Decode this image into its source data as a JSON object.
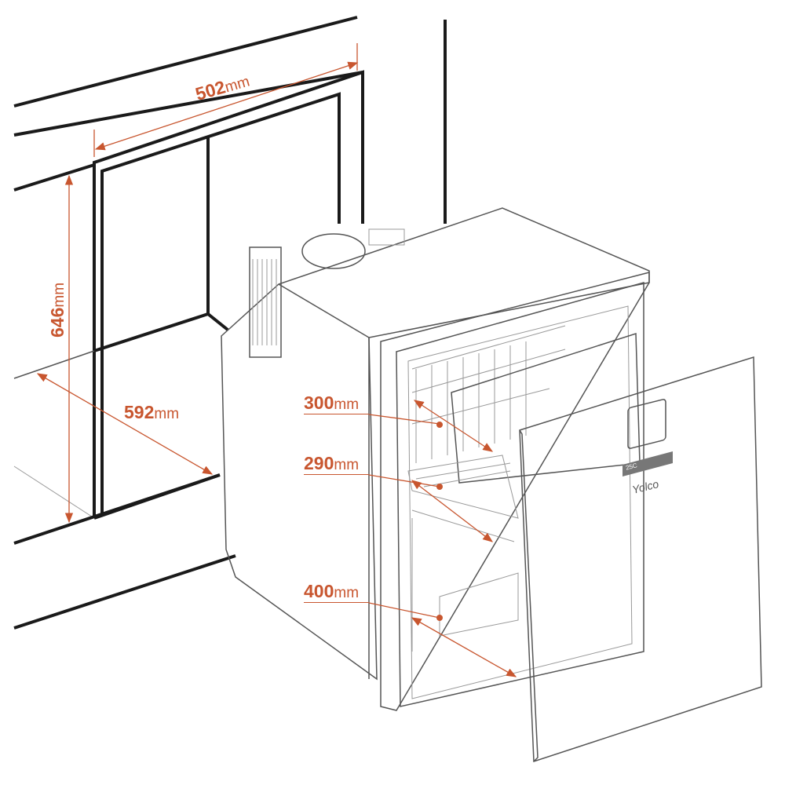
{
  "dimensions": {
    "width": {
      "value": "502",
      "unit": "mm"
    },
    "height": {
      "value": "646",
      "unit": "mm"
    },
    "depth": {
      "value": "592",
      "unit": "mm"
    },
    "shelf_upper": {
      "value": "300",
      "unit": "mm"
    },
    "shelf_middle": {
      "value": "290",
      "unit": "mm"
    },
    "drawer_lower": {
      "value": "400",
      "unit": "mm"
    }
  },
  "control_panel": {
    "temperature": "25C"
  },
  "logo": "Yolco",
  "colors": {
    "accent": "#c8562f",
    "line": "#1a1a1a"
  }
}
